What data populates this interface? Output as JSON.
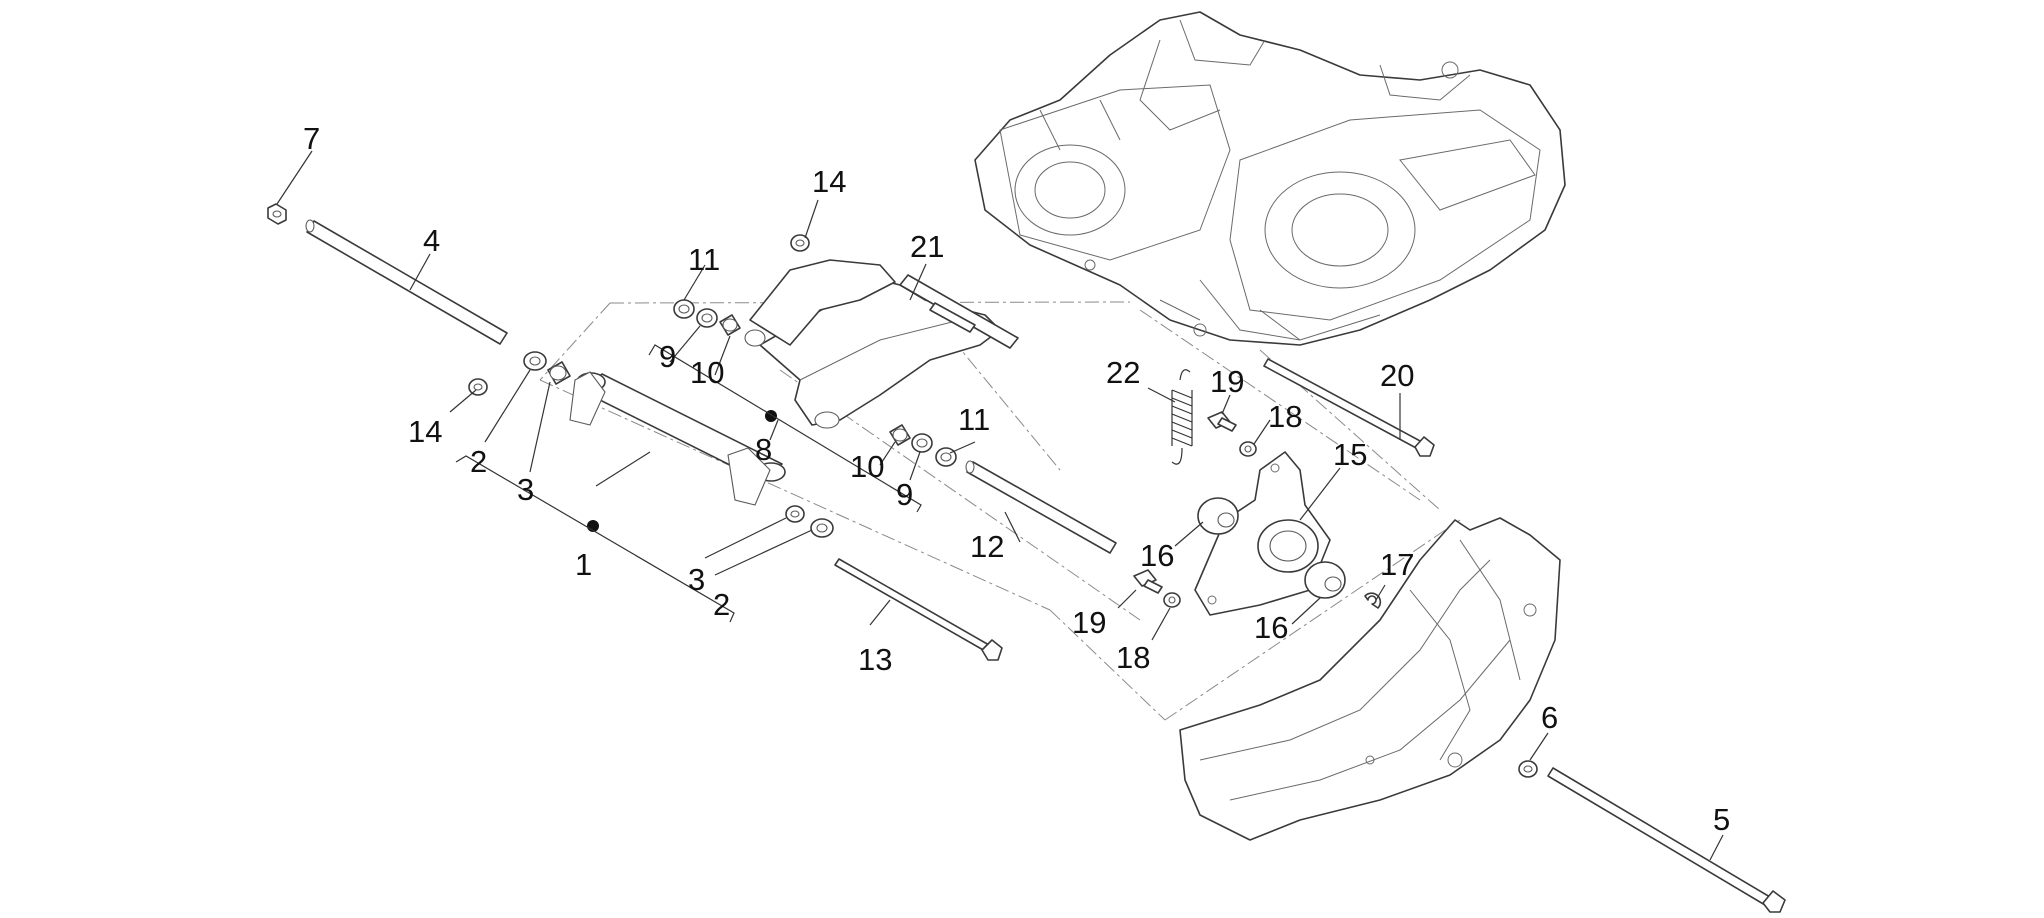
{
  "diagram": {
    "callouts": [
      {
        "id": "c7",
        "text": "7"
      },
      {
        "id": "c4",
        "text": "4"
      },
      {
        "id": "c14a",
        "text": "14"
      },
      {
        "id": "c2a",
        "text": "2"
      },
      {
        "id": "c3a",
        "text": "3"
      },
      {
        "id": "c1",
        "text": "1"
      },
      {
        "id": "c3b",
        "text": "3"
      },
      {
        "id": "c2b",
        "text": "2"
      },
      {
        "id": "c13",
        "text": "13"
      },
      {
        "id": "c14b",
        "text": "14"
      },
      {
        "id": "c11a",
        "text": "11"
      },
      {
        "id": "c9a",
        "text": "9"
      },
      {
        "id": "c10a",
        "text": "10"
      },
      {
        "id": "c21",
        "text": "21"
      },
      {
        "id": "c8",
        "text": "8"
      },
      {
        "id": "c10b",
        "text": "10"
      },
      {
        "id": "c9b",
        "text": "9"
      },
      {
        "id": "c11b",
        "text": "11"
      },
      {
        "id": "c12",
        "text": "12"
      },
      {
        "id": "c22",
        "text": "22"
      },
      {
        "id": "c19a",
        "text": "19"
      },
      {
        "id": "c18a",
        "text": "18"
      },
      {
        "id": "c20",
        "text": "20"
      },
      {
        "id": "c15",
        "text": "15"
      },
      {
        "id": "c16a",
        "text": "16"
      },
      {
        "id": "c17",
        "text": "17"
      },
      {
        "id": "c19b",
        "text": "19"
      },
      {
        "id": "c18b",
        "text": "18"
      },
      {
        "id": "c16b",
        "text": "16"
      },
      {
        "id": "c6",
        "text": "6"
      },
      {
        "id": "c5",
        "text": "5"
      }
    ]
  }
}
